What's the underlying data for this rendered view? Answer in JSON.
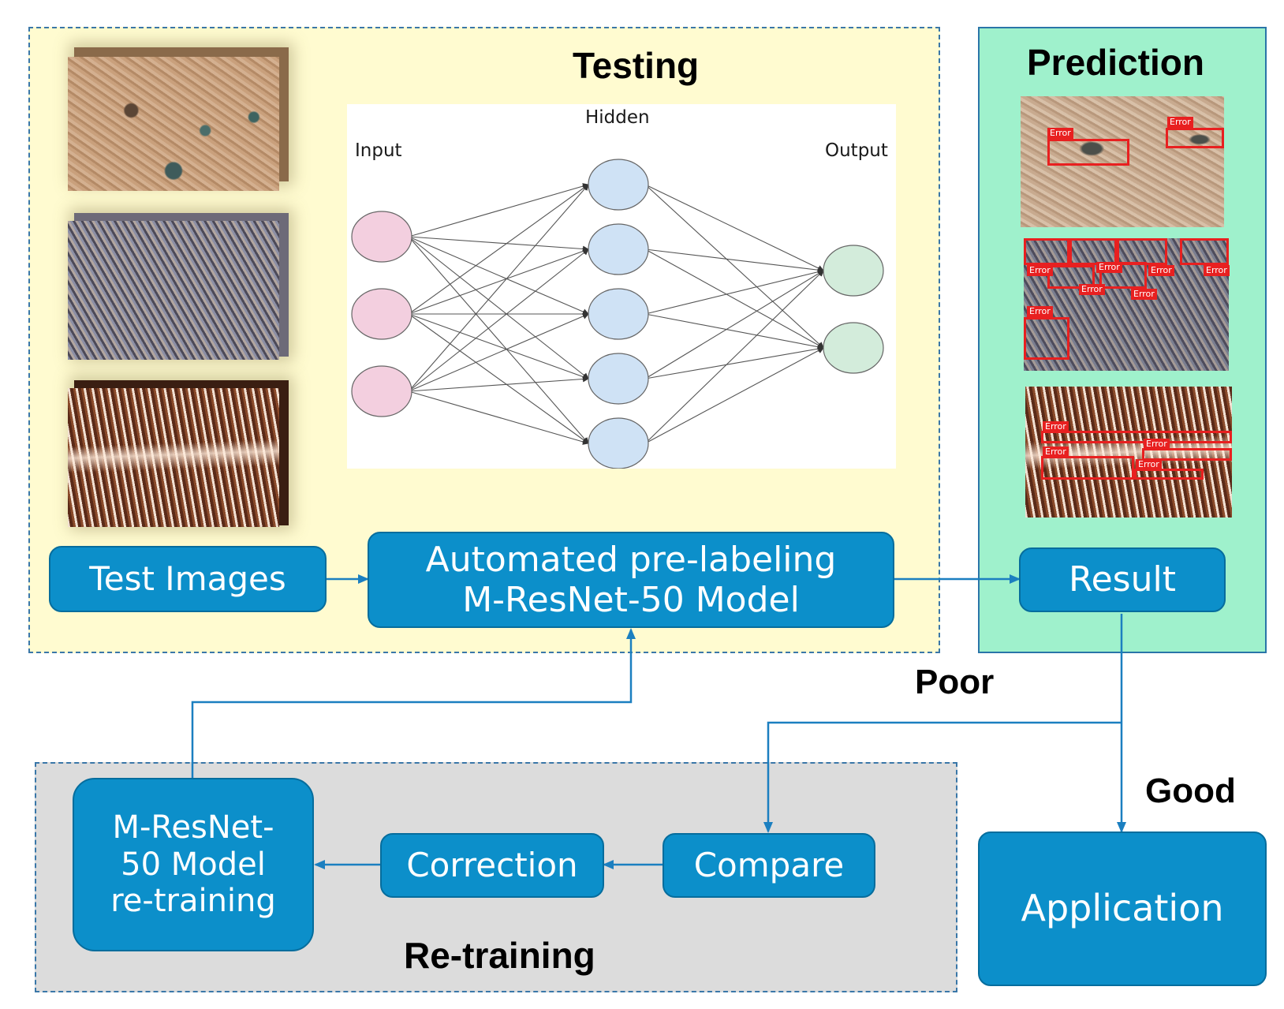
{
  "sections": {
    "testing": "Testing",
    "prediction": "Prediction",
    "retraining": "Re-training"
  },
  "neural_net": {
    "input_label": "Input",
    "hidden_label": "Hidden",
    "output_label": "Output",
    "input_nodes": 3,
    "hidden_nodes": 5,
    "output_nodes": 2,
    "colors": {
      "input": "#f3cfdf",
      "hidden": "#cfe2f5",
      "output": "#d3ecdb"
    }
  },
  "boxes": {
    "test_images": "Test Images",
    "model": "Automated pre-labeling\nM-ResNet-50 Model",
    "result": "Result",
    "application": "Application",
    "compare": "Compare",
    "correction": "Correction",
    "retrain": "M-ResNet-\n50 Model\nre-training"
  },
  "decisions": {
    "poor": "Poor",
    "good": "Good"
  },
  "error_label": "Error",
  "colors": {
    "box_fill": "#0c8fca",
    "connector": "#1b7fc0",
    "testing_bg": "#fffbd0",
    "prediction_bg": "#9ff1cc",
    "retraining_bg": "#dcdcdc",
    "error_red": "#e82020"
  }
}
